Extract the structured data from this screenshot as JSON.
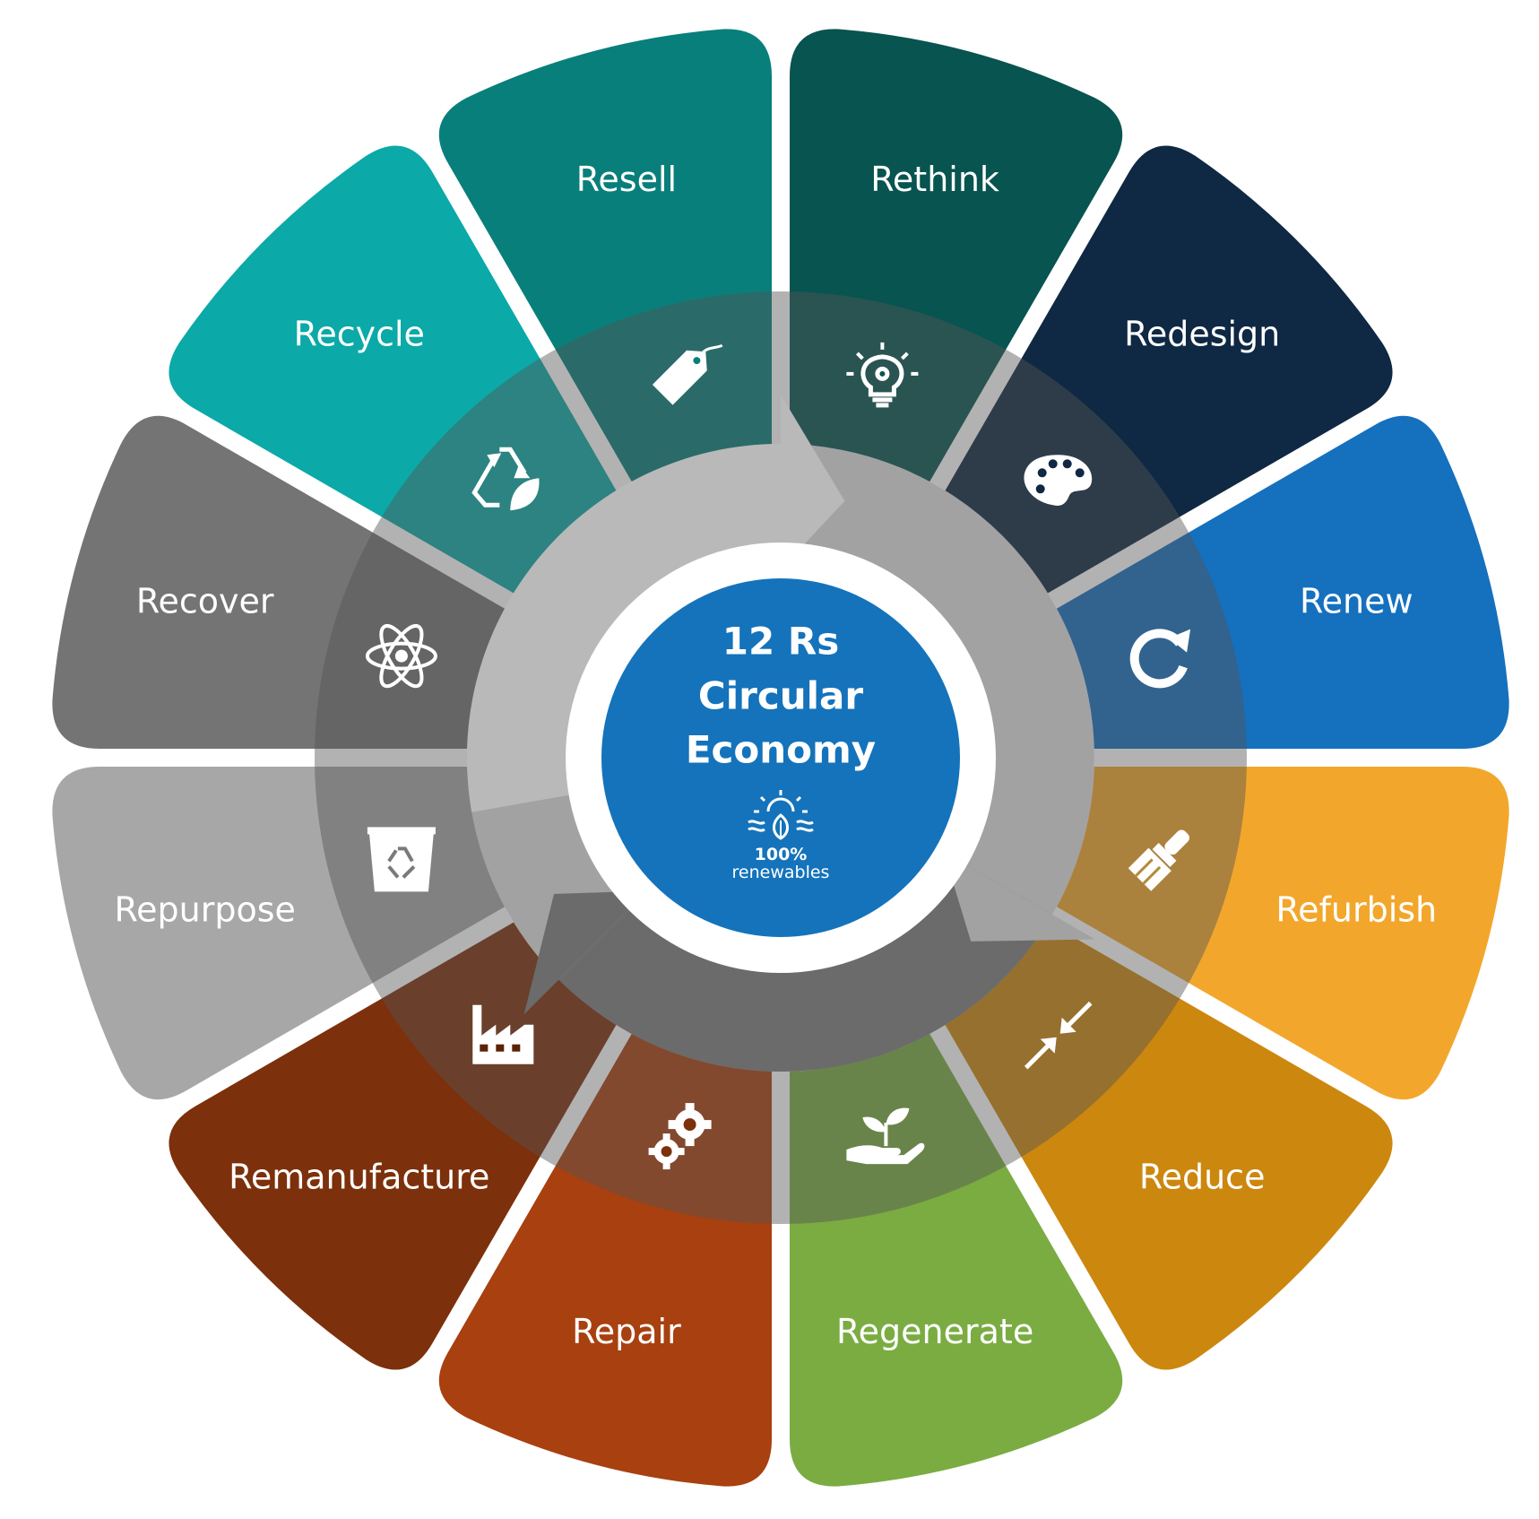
{
  "title_lines": [
    "12 Rs",
    "Circular",
    "Economy"
  ],
  "logo": {
    "percent": "100%",
    "word": "renewables",
    "icon": "sun-wind-leaf-logo"
  },
  "segments": [
    {
      "label": "Rethink",
      "color": "#075450",
      "icon": "lightbulb-gear-icon"
    },
    {
      "label": "Redesign",
      "color": "#0f2843",
      "icon": "palette-icon"
    },
    {
      "label": "Renew",
      "color": "#1570be",
      "icon": "refresh-icon"
    },
    {
      "label": "Refurbish",
      "color": "#f2a72c",
      "icon": "paintbrush-icon"
    },
    {
      "label": "Reduce",
      "color": "#cc870f",
      "icon": "compress-arrows-icon"
    },
    {
      "label": "Regenerate",
      "color": "#7aac42",
      "icon": "hand-sprout-icon"
    },
    {
      "label": "Repair",
      "color": "#a8400f",
      "icon": "gears-icon"
    },
    {
      "label": "Remanufacture",
      "color": "#7c300b",
      "icon": "factory-icon"
    },
    {
      "label": "Repurpose",
      "color": "#a7a7a7",
      "icon": "recycle-bin-icon"
    },
    {
      "label": "Recover",
      "color": "#747474",
      "icon": "atom-icon"
    },
    {
      "label": "Recycle",
      "color": "#0ba9a7",
      "icon": "recycle-leaf-icon"
    },
    {
      "label": "Resell",
      "color": "#097f7b",
      "icon": "price-tag-icon"
    }
  ],
  "colors": {
    "ring": "#8c8c8c",
    "center": "#1473bb",
    "arrow_light": "#b9b9b9",
    "arrow_mid": "#a2a2a2",
    "arrow_dark": "#6b6b6b"
  }
}
